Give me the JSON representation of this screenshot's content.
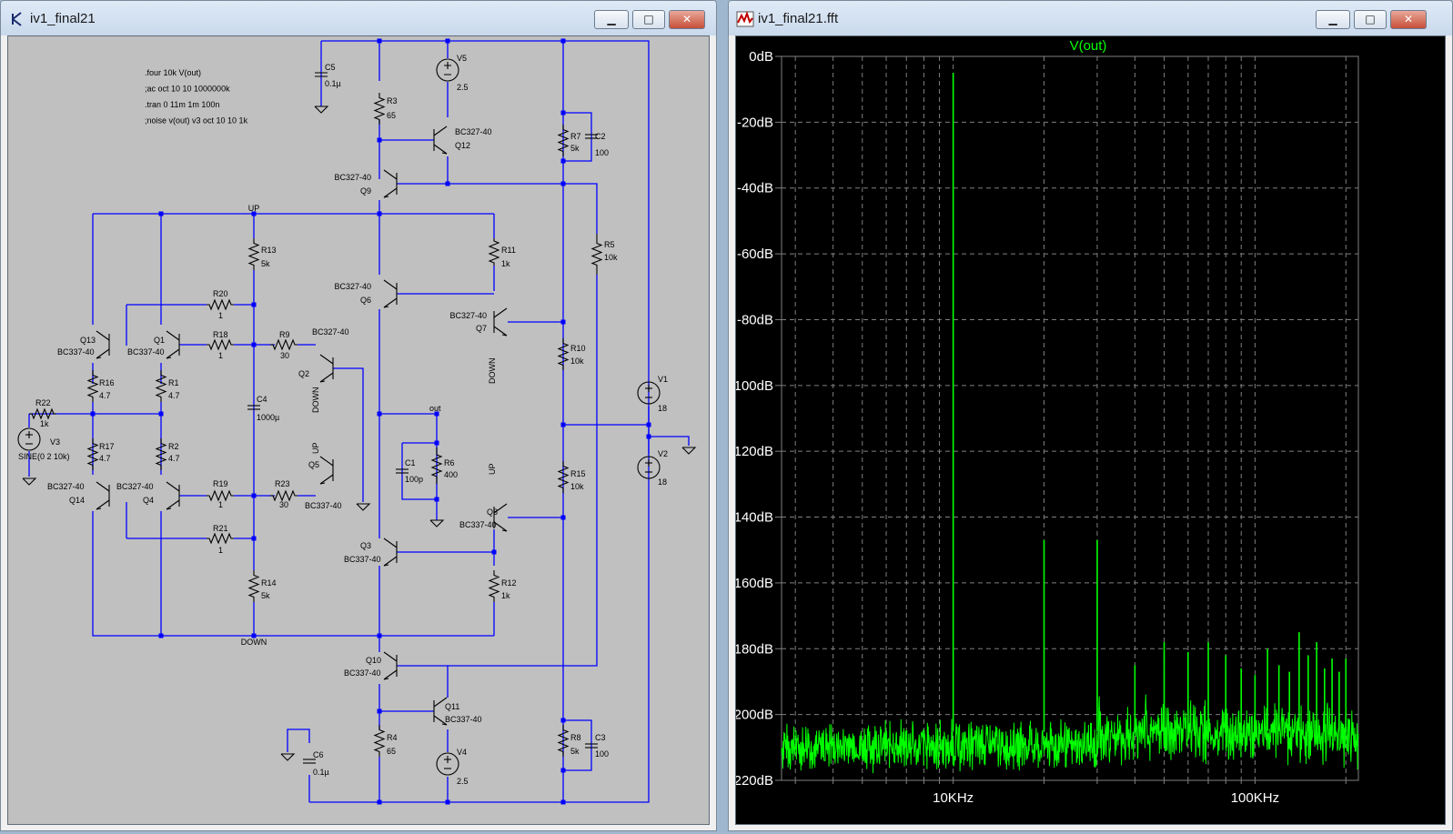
{
  "schematic_window": {
    "title": "iv1_final21",
    "icon": "transistor-icon",
    "buttons": {
      "minimize": "▁",
      "maximize": "□",
      "close": "✕"
    },
    "directives": [
      ".four 10k V(out)",
      ";ac oct 10 10 1000000k",
      ".tran 0 11m 1m 100n",
      ";noise v(out) v3 oct 10 10 1k"
    ],
    "labels": {
      "c5": "C5",
      "c5v": "0.1µ",
      "v5": "V5",
      "v5v": "2.5",
      "r3": "R3",
      "r3v": "65",
      "q12m": "BC327-40",
      "q12": "Q12",
      "r7": "R7",
      "r7v": "5k",
      "c2": "C2",
      "c2v": "100",
      "q9m": "BC327-40",
      "q9": "Q9",
      "up1": "UP",
      "r13": "R13",
      "r13v": "5k",
      "r5": "R5",
      "r5v": "10k",
      "r11": "R11",
      "r11v": "1k",
      "q6m": "BC327-40",
      "q6": "Q6",
      "q7m": "BC327-40",
      "q7": "Q7",
      "down1": "DOWN",
      "r20": "R20",
      "r20v": "1",
      "q13": "Q13",
      "q13m": "BC337-40",
      "q1": "Q1",
      "q1m": "BC337-40",
      "r18": "R18",
      "r18v": "1",
      "r9": "R9",
      "r9v": "30",
      "q2m": "BC327-40",
      "q2": "Q2",
      "down2": "DOWN",
      "r10": "R10",
      "r10v": "10k",
      "v1": "V1",
      "v1v": "18",
      "r16": "R16",
      "r16v": "4.7",
      "r1": "R1",
      "r1v": "4.7",
      "c4": "C4",
      "c4v": "1000µ",
      "out": "out",
      "r22": "R22",
      "r22v": "1k",
      "v3": "V3",
      "v3v": "SINE(0 2 10k)",
      "r17": "R17",
      "r17v": "4.7",
      "r2": "R2",
      "r2v": "4.7",
      "up2": "UP",
      "q5": "Q5",
      "c1": "C1",
      "c1v": "100p",
      "r6": "R6",
      "r6v": "400",
      "v2": "V2",
      "v2v": "18",
      "up3": "UP",
      "r15": "R15",
      "r15v": "10k",
      "q14m": "BC327-40",
      "q14": "Q14",
      "q4m": "BC327-40",
      "q4": "Q4",
      "r19": "R19",
      "r19v": "1",
      "r23": "R23",
      "r23v": "30",
      "q5m": "BC337-40",
      "q8": "Q8",
      "q8m": "BC337-40",
      "r21": "R21",
      "r21v": "1",
      "q3": "Q3",
      "q3m": "BC337-40",
      "r12": "R12",
      "r12v": "1k",
      "r14": "R14",
      "r14v": "5k",
      "down3": "DOWN",
      "q10": "Q10",
      "q10m": "BC337-40",
      "q11": "Q11",
      "q11m": "BC337-40",
      "r4": "R4",
      "r4v": "65",
      "r8": "R8",
      "r8v": "5k",
      "c3": "C3",
      "c3v": "100",
      "c6": "C6",
      "c6v": "0.1µ",
      "v4": "V4",
      "v4v": "2.5"
    }
  },
  "fft_window": {
    "title": "iv1_final21.fft",
    "icon": "waveform-icon",
    "buttons": {
      "minimize": "▁",
      "maximize": "□",
      "close": "✕"
    }
  },
  "colors": {
    "wire": "#0000ff",
    "trace": "#00ff00",
    "grid": "#7f7f7f",
    "plot_bg": "#000000",
    "schematic_bg": "#c0c0c0"
  },
  "chart_data": {
    "type": "line",
    "title": "V(out)",
    "xlabel": "",
    "ylabel": "",
    "xscale": "log",
    "xlim": [
      2700,
      220000
    ],
    "ylim": [
      -220,
      0
    ],
    "x_tick_labels": [
      "10KHz",
      "100KHz"
    ],
    "x_ticks": [
      10000,
      100000
    ],
    "y_ticks": [
      0,
      -20,
      -40,
      -60,
      -80,
      -100,
      -120,
      -140,
      -160,
      -180,
      -200,
      -220
    ],
    "y_tick_labels": [
      "0dB",
      "-20dB",
      "-40dB",
      "-60dB",
      "-80dB",
      "-100dB",
      "-120dB",
      "-140dB",
      "-160dB",
      "-180dB",
      "-200dB",
      "-220dB"
    ],
    "grid": true,
    "noise_floor_db": [
      -212,
      -200
    ],
    "peaks": [
      {
        "x": 10000,
        "y": -5
      },
      {
        "x": 20000,
        "y": -147
      },
      {
        "x": 30000,
        "y": -147
      },
      {
        "x": 40000,
        "y": -185
      },
      {
        "x": 50000,
        "y": -178
      },
      {
        "x": 60000,
        "y": -181
      },
      {
        "x": 70000,
        "y": -178
      },
      {
        "x": 80000,
        "y": -182
      },
      {
        "x": 90000,
        "y": -186
      },
      {
        "x": 100000,
        "y": -188
      },
      {
        "x": 110000,
        "y": -180
      },
      {
        "x": 120000,
        "y": -185
      },
      {
        "x": 130000,
        "y": -187
      },
      {
        "x": 140000,
        "y": -175
      },
      {
        "x": 150000,
        "y": -182
      },
      {
        "x": 160000,
        "y": -178
      },
      {
        "x": 170000,
        "y": -186
      },
      {
        "x": 180000,
        "y": -183
      },
      {
        "x": 190000,
        "y": -187
      },
      {
        "x": 200000,
        "y": -183
      }
    ]
  }
}
